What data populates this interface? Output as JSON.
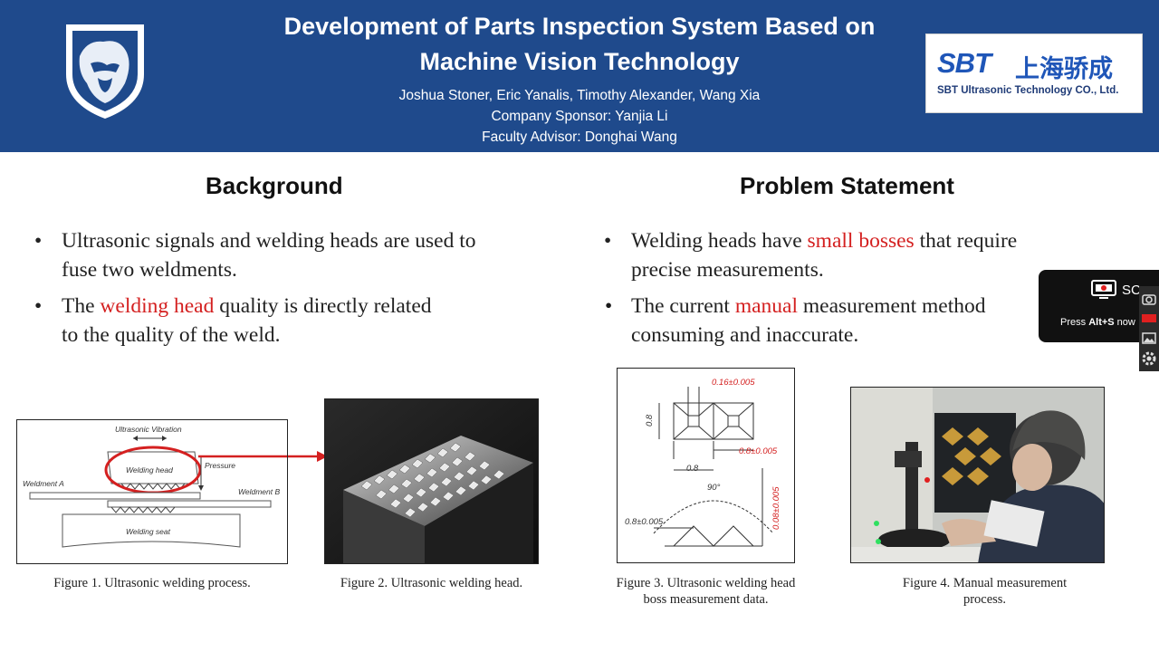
{
  "header": {
    "title_line1": "Development of Parts Inspection System Based on",
    "title_line2": "Machine Vision Technology",
    "authors": "Joshua Stoner, Eric Yanalis, Timothy Alexander, Wang Xia",
    "sponsor": "Company Sponsor: Yanjia Li",
    "advisor": "Faculty Advisor: Donghai Wang",
    "sponsor_logo": {
      "brand": "SBT",
      "chinese": "上海骄成",
      "english": "SBT Ultrasonic Technology CO., Ltd."
    },
    "colors": {
      "banner": "#1f4a8c",
      "logo_blue": "#1f56b8"
    }
  },
  "background": {
    "heading": "Background",
    "bullets": [
      {
        "parts": [
          "Ultrasonic signals and welding heads are used to",
          "fuse two weldments."
        ]
      },
      {
        "pre": "The ",
        "highlight": "welding head",
        "post": " quality is directly related",
        "line2": "to the quality of the weld."
      }
    ],
    "figure1": {
      "labels": {
        "vibration": "Ultrasonic Vibration",
        "head": "Welding head",
        "pressure": "Pressure",
        "weldment_a": "Weldment A",
        "weldment_b": "Weldment B",
        "seat": "Welding seat"
      },
      "caption": "Figure 1. Ultrasonic welding process."
    },
    "figure2": {
      "caption": "Figure 2. Ultrasonic welding head."
    }
  },
  "problem": {
    "heading": "Problem Statement",
    "bullets": [
      {
        "pre": "Welding heads have ",
        "highlight": "small bosses",
        "post": " that require",
        "line2": "precise measurements."
      },
      {
        "pre": "The current ",
        "highlight": "manual",
        "post": " measurement method",
        "line2": "consuming and inaccurate."
      }
    ],
    "figure3": {
      "dims": [
        "0.16±0.005",
        "0.8",
        "0.8±0.005",
        "0.8",
        "90°",
        "0.8±0.005",
        "0.08±0.005"
      ],
      "caption_line1": "Figure 3. Ultrasonic welding head",
      "caption_line2": "boss measurement data."
    },
    "figure4": {
      "caption_line1": "Figure 4. Manual measurement",
      "caption_line2": "process."
    }
  },
  "recorder": {
    "label": "SC",
    "press": "Press ",
    "shortcut": "Alt+S",
    "suffix": " now"
  },
  "accent_red": "#d42020"
}
